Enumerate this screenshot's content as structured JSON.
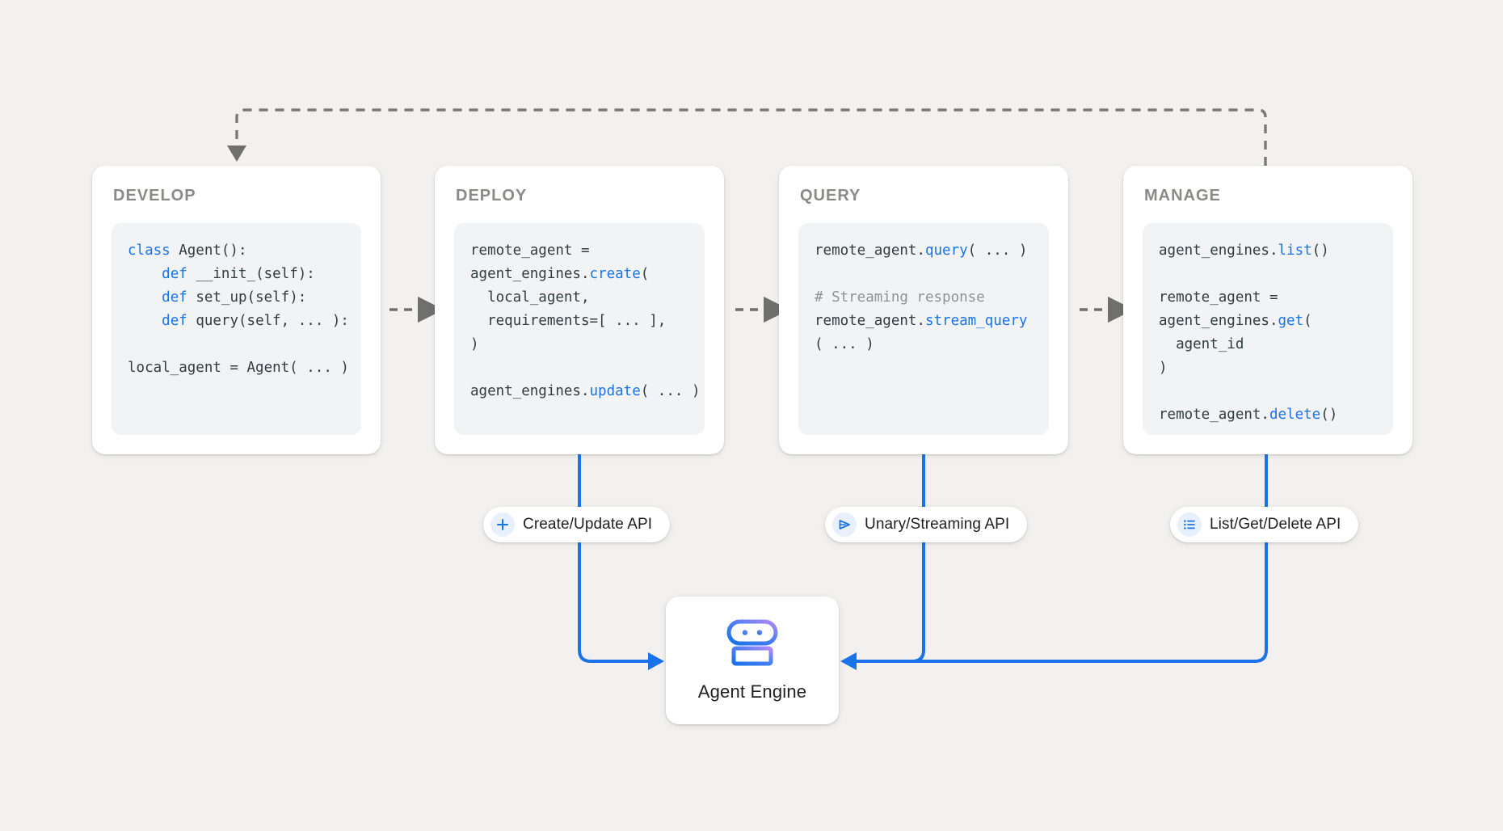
{
  "canvas": {
    "background_color": "#f2f1ef",
    "accent_blue": "#1a73e8",
    "dashed_gray": "#7a7a78"
  },
  "stages": [
    {
      "title": "DEVELOP",
      "code_lines": [
        [
          {
            "t": "class ",
            "c": "kw"
          },
          {
            "t": "Agent():",
            "c": ""
          }
        ],
        [
          {
            "t": "    ",
            "c": ""
          },
          {
            "t": "def ",
            "c": "kw"
          },
          {
            "t": "__init_(self):",
            "c": ""
          }
        ],
        [
          {
            "t": "    ",
            "c": ""
          },
          {
            "t": "def ",
            "c": "kw"
          },
          {
            "t": "set_up(self):",
            "c": ""
          }
        ],
        [
          {
            "t": "    ",
            "c": ""
          },
          {
            "t": "def ",
            "c": "kw"
          },
          {
            "t": "query(self, ... ):",
            "c": ""
          }
        ],
        [
          {
            "t": "",
            "c": ""
          }
        ],
        [
          {
            "t": "local_agent = Agent( ... )",
            "c": ""
          }
        ]
      ]
    },
    {
      "title": "DEPLOY",
      "code_lines": [
        [
          {
            "t": "remote_agent =",
            "c": ""
          }
        ],
        [
          {
            "t": "agent_engines.",
            "c": ""
          },
          {
            "t": "create",
            "c": "fn"
          },
          {
            "t": "(",
            "c": ""
          }
        ],
        [
          {
            "t": "  local_agent,",
            "c": ""
          }
        ],
        [
          {
            "t": "  requirements=[ ... ],",
            "c": ""
          }
        ],
        [
          {
            "t": ")",
            "c": ""
          }
        ],
        [
          {
            "t": "",
            "c": ""
          }
        ],
        [
          {
            "t": "agent_engines.",
            "c": ""
          },
          {
            "t": "update",
            "c": "fn"
          },
          {
            "t": "( ... )",
            "c": ""
          }
        ]
      ]
    },
    {
      "title": "QUERY",
      "code_lines": [
        [
          {
            "t": "remote_agent.",
            "c": ""
          },
          {
            "t": "query",
            "c": "fn"
          },
          {
            "t": "( ... )",
            "c": ""
          }
        ],
        [
          {
            "t": "",
            "c": ""
          }
        ],
        [
          {
            "t": "# Streaming response",
            "c": "cm"
          }
        ],
        [
          {
            "t": "remote_agent.",
            "c": ""
          },
          {
            "t": "stream_query",
            "c": "fn"
          }
        ],
        [
          {
            "t": "( ... )",
            "c": ""
          }
        ]
      ]
    },
    {
      "title": "MANAGE",
      "code_lines": [
        [
          {
            "t": "agent_engines.",
            "c": ""
          },
          {
            "t": "list",
            "c": "fn"
          },
          {
            "t": "()",
            "c": ""
          }
        ],
        [
          {
            "t": "",
            "c": ""
          }
        ],
        [
          {
            "t": "remote_agent =",
            "c": ""
          }
        ],
        [
          {
            "t": "agent_engines.",
            "c": ""
          },
          {
            "t": "get",
            "c": "fn"
          },
          {
            "t": "(",
            "c": ""
          }
        ],
        [
          {
            "t": "  agent_id",
            "c": ""
          }
        ],
        [
          {
            "t": ")",
            "c": ""
          }
        ],
        [
          {
            "t": "",
            "c": ""
          }
        ],
        [
          {
            "t": "remote_agent.",
            "c": ""
          },
          {
            "t": "delete",
            "c": "fn"
          },
          {
            "t": "()",
            "c": ""
          }
        ]
      ]
    }
  ],
  "api_pills": [
    {
      "label": "Create/Update API",
      "icon": "plus-icon"
    },
    {
      "label": "Unary/Streaming API",
      "icon": "send-triangle-icon"
    },
    {
      "label": "List/Get/Delete API",
      "icon": "list-icon"
    }
  ],
  "agent_engine": {
    "label": "Agent Engine",
    "icon": "robot-icon"
  }
}
